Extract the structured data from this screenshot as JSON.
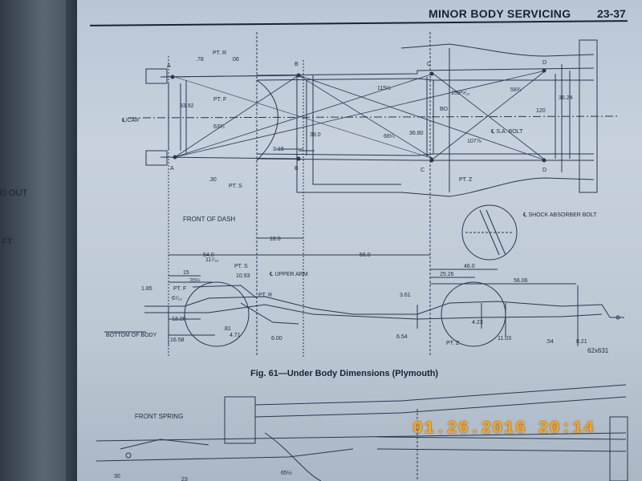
{
  "header": {
    "section_title": "MINOR BODY SERVICING",
    "page_number": "23-37"
  },
  "left_page_fragments": [
    "D OUT",
    "FT"
  ],
  "figure": {
    "caption": "Fig. 61—Under Body Dimensions (Plymouth)",
    "ref": "62x631"
  },
  "top_view": {
    "points": [
      "A",
      "A",
      "B",
      "B",
      "C",
      "C",
      "D",
      "D"
    ],
    "labels": {
      "pt_r": "PT. R",
      "pt_f": "PT. F",
      "pt_s": "PT. S",
      "pt_z": "PT. Z",
      "centerline": "℄/CAR",
      "bo": "BO",
      "sa_bolt": "℄ S.A. BOLT",
      "front_of_dash": "FRONT OF DASH",
      "shock": "℄ SHOCK ABSORBER BOLT"
    },
    "dims": {
      "d78": ".78",
      "d06": ".06",
      "d3392": "33.92",
      "d6334": "63¾",
      "d30": ".30",
      "d319": "3.19",
      "d390": "39.0",
      "d11512": "115½",
      "d6614": "66¼",
      "d3680": "36.80",
      "d159": "159²⁹⁄₃₂",
      "d5834": "58¾",
      "d10778": "107⅞",
      "d3624": "36.24",
      "d120": "120",
      "d180": "18.0"
    }
  },
  "side_view": {
    "labels": {
      "upper_arm": "℄ UPPER ARM",
      "bottom_of_body": "BOTTOM OF BODY",
      "pt_f": "PT. F",
      "pt_r": "PT. R",
      "pt_s": "PT. S",
      "pt_z": "PT. Z"
    },
    "dims": {
      "d540": "54.0",
      "d560": "56.0",
      "d460": "46.0",
      "d2526": "25.26",
      "d5606": "56.06",
      "d15": "15",
      "d1115": "11⁷⁄₃₂",
      "d2012": "20½",
      "d1093": "10.93",
      "d185": "1.85",
      "d612": "6⁷⁄₁₆",
      "d1326": "13.26",
      "d1658": "16.58",
      "d81": ".81",
      "d471": "4.71",
      "d600": "6.00",
      "d361": "3.61",
      "d654": "6.54",
      "d423": "4.23",
      "d1103": "11.03",
      "d54": ".54",
      "d821": "8.21"
    }
  },
  "lower_figure": {
    "front_spring": "FRONT SPRING",
    "dim_6512": "65½",
    "dim_30": "30",
    "dim_23": "23"
  },
  "timestamp": "01.26.2016  20:14"
}
